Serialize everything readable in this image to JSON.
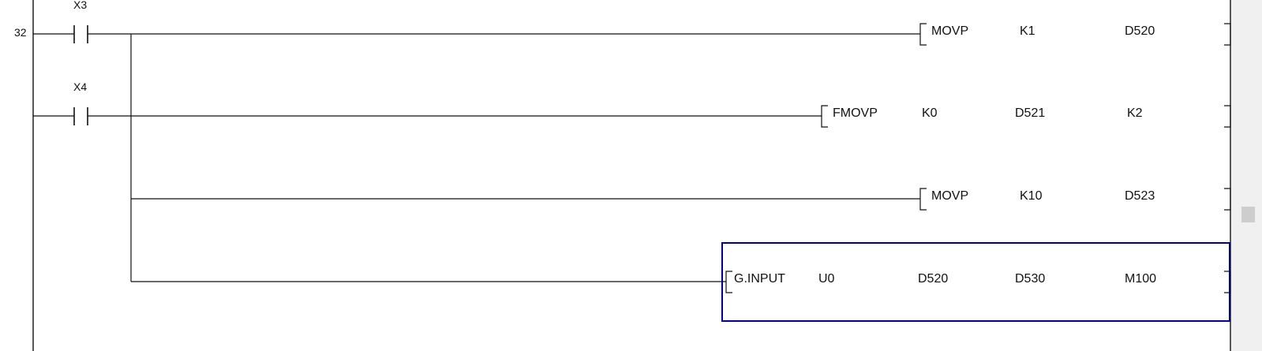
{
  "ladder": {
    "step_number": "32",
    "contacts": {
      "c1": "X3",
      "c2": "X4"
    },
    "instructions": [
      {
        "mnemonic": "MOVP",
        "operands": [
          "K1",
          "D520"
        ]
      },
      {
        "mnemonic": "FMOVP",
        "operands": [
          "K0",
          "D521",
          "K2"
        ]
      },
      {
        "mnemonic": "MOVP",
        "operands": [
          "K10",
          "D523"
        ]
      },
      {
        "mnemonic": "G.INPUT",
        "operands": [
          "U0",
          "D520",
          "D530",
          "M100"
        ],
        "selected": true
      }
    ]
  },
  "colors": {
    "wire": "#111111",
    "selection": "#00008b",
    "scrollbar_track": "#f0f0f0",
    "scrollbar_thumb": "#cdcdcd"
  }
}
